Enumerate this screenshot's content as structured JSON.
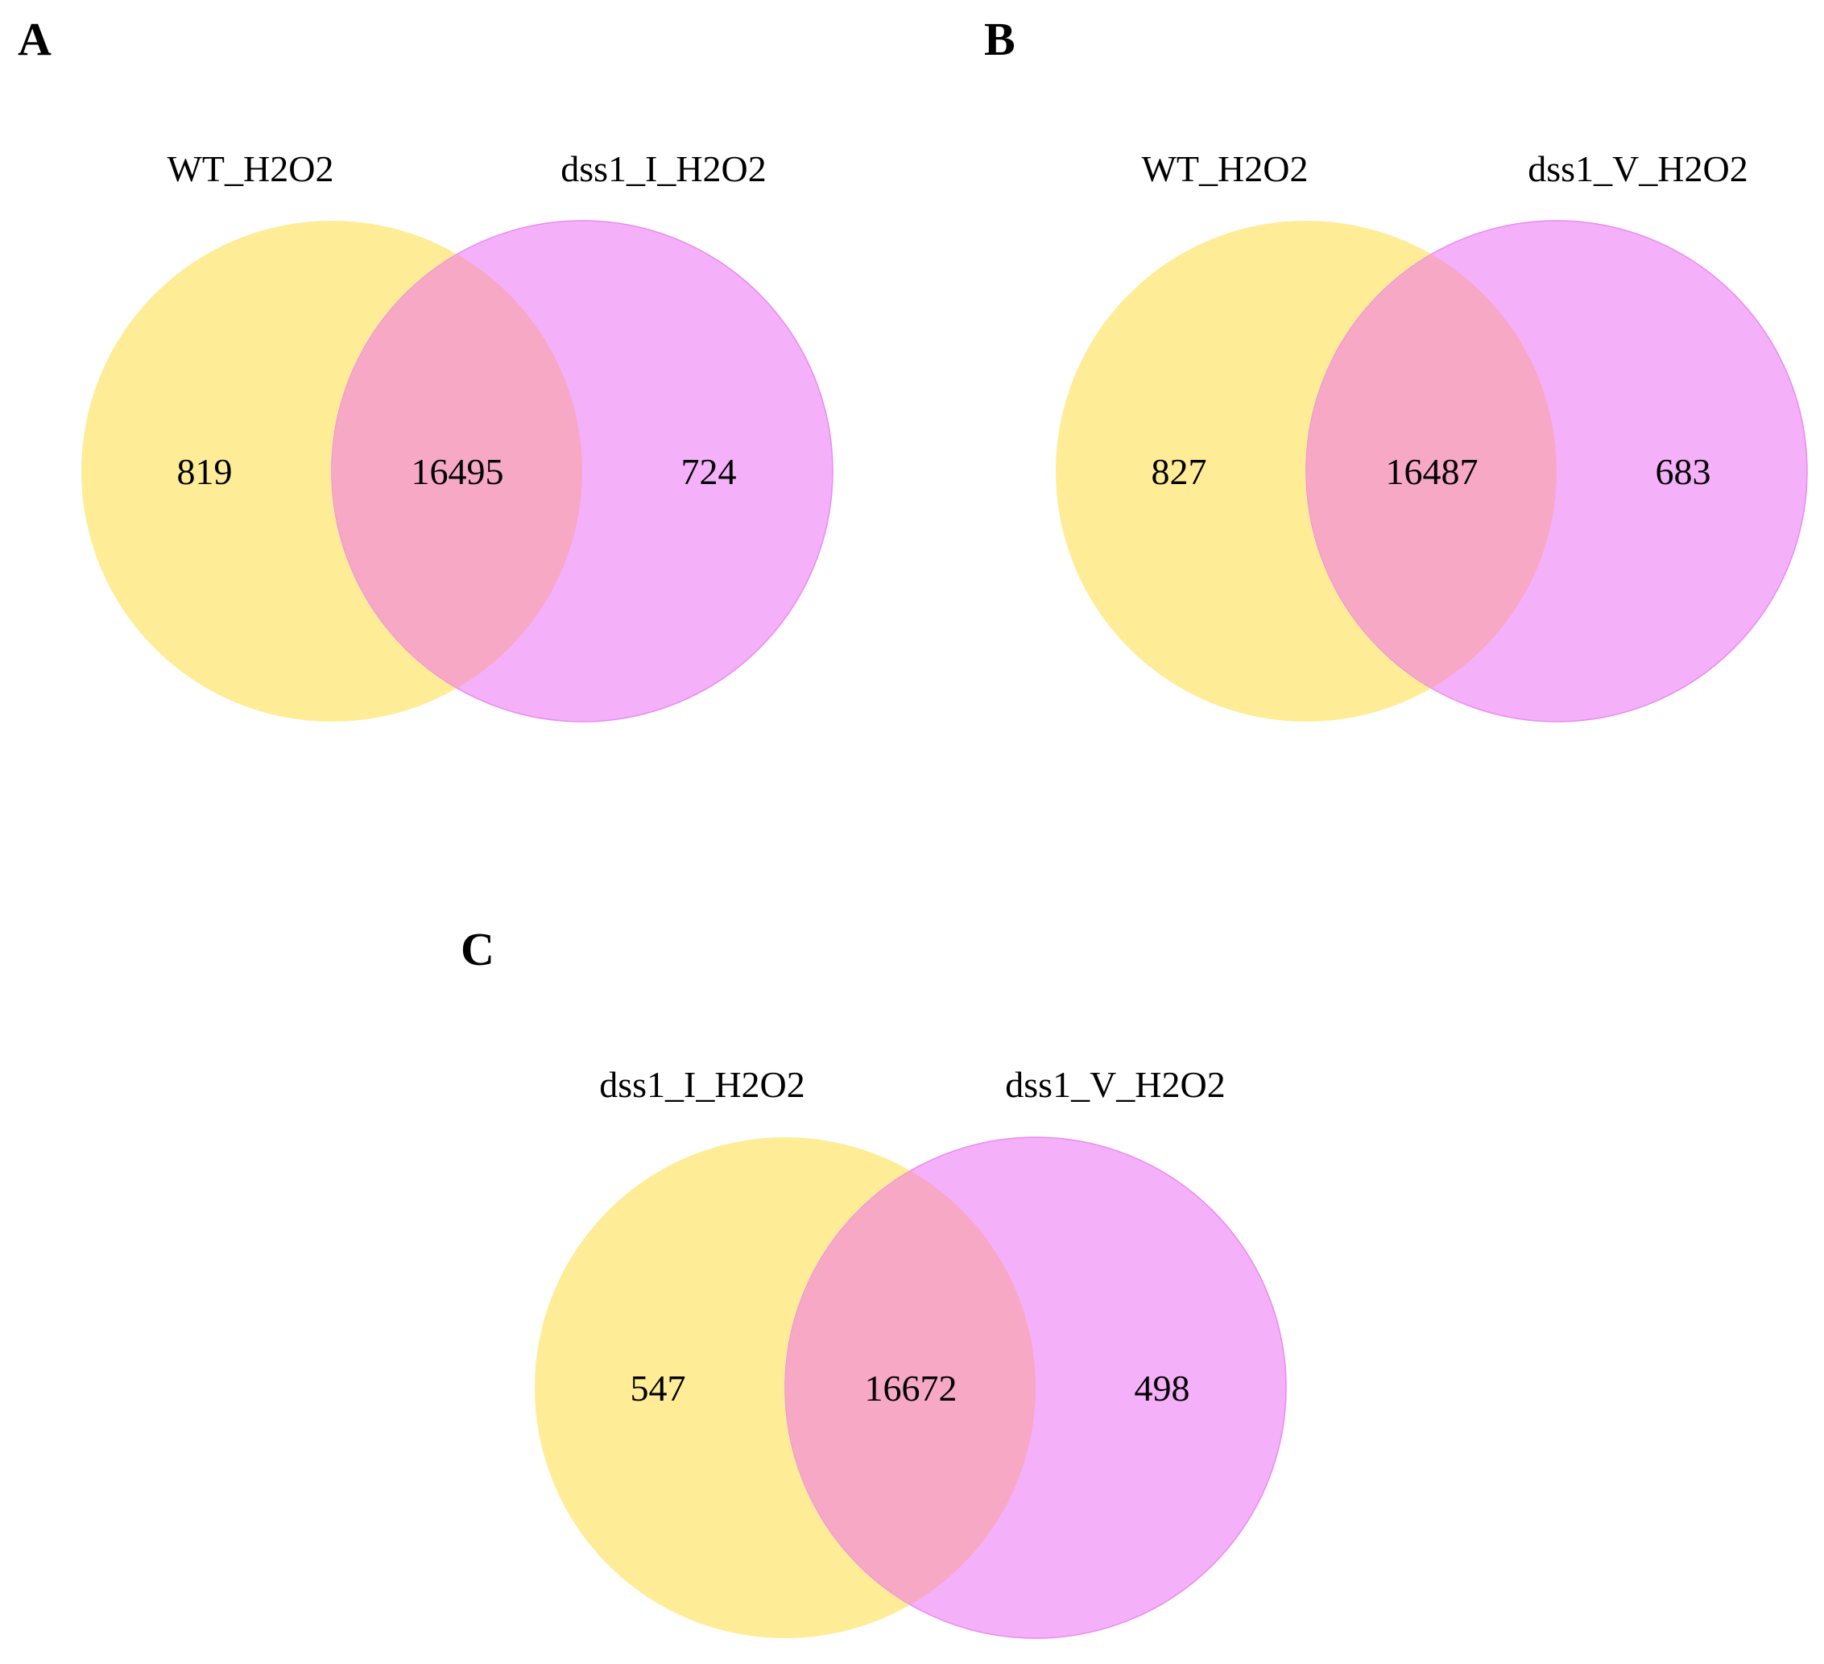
{
  "colors": {
    "set_a": "#FFEC96",
    "set_b": "#F5B0FA",
    "overlap": "#F7A8C4",
    "set_b_edge": "#E98BEF",
    "text": "#000000"
  },
  "panels": [
    {
      "letter": "A",
      "left_set_name": "WT_H2O2",
      "right_set_name": "dss1_I_H2O2",
      "left_only": "819",
      "both": "16495",
      "right_only": "724"
    },
    {
      "letter": "B",
      "left_set_name": "WT_H2O2",
      "right_set_name": "dss1_V_H2O2",
      "left_only": "827",
      "both": "16487",
      "right_only": "683"
    },
    {
      "letter": "C",
      "left_set_name": "dss1_I_H2O2",
      "right_set_name": "dss1_V_H2O2",
      "left_only": "547",
      "both": "16672",
      "right_only": "498"
    }
  ]
}
